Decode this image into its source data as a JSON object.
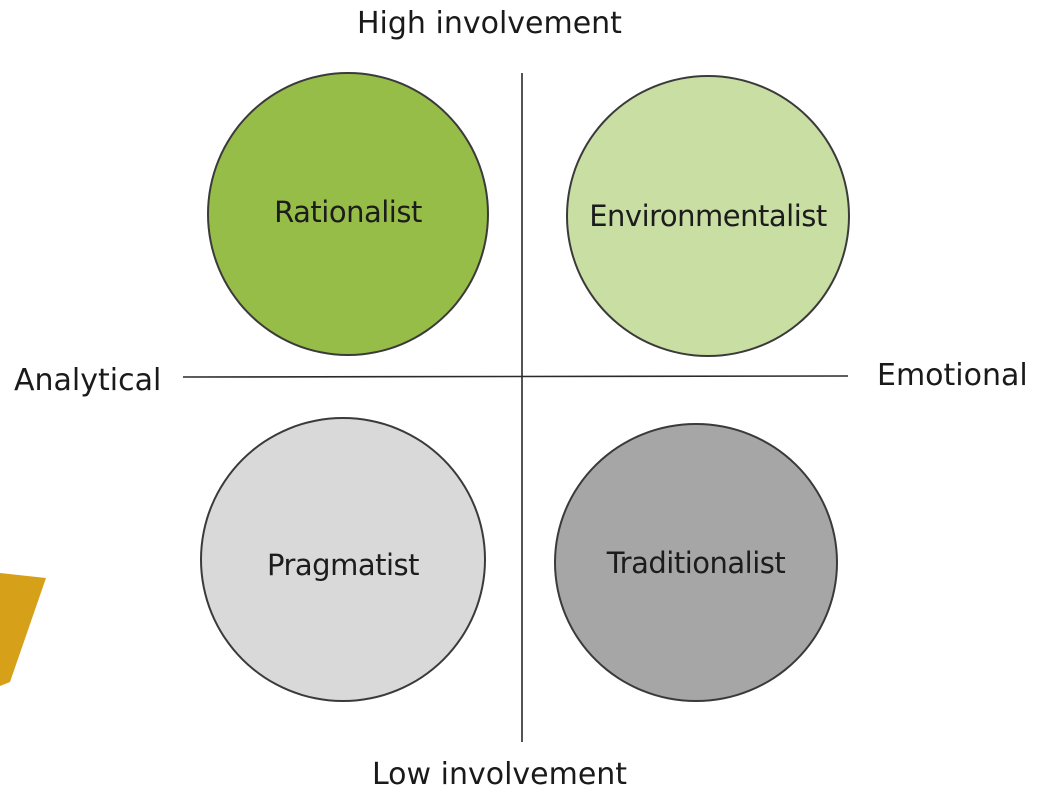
{
  "axes": {
    "top": "High involvement",
    "bottom": "Low involvement",
    "left": "Analytical",
    "right": "Emotional"
  },
  "quadrants": [
    {
      "label": "Rationalist",
      "color": "#97bd49"
    },
    {
      "label": "Environmentalist",
      "color": "#c9deA3"
    },
    {
      "label": "Pragmatist",
      "color": "#d9d9d9"
    },
    {
      "label": "Traditionalist",
      "color": "#a6a6a6"
    }
  ],
  "decoration": {
    "accent_color": "#d7a019",
    "line_color": "#2a2a2a"
  }
}
